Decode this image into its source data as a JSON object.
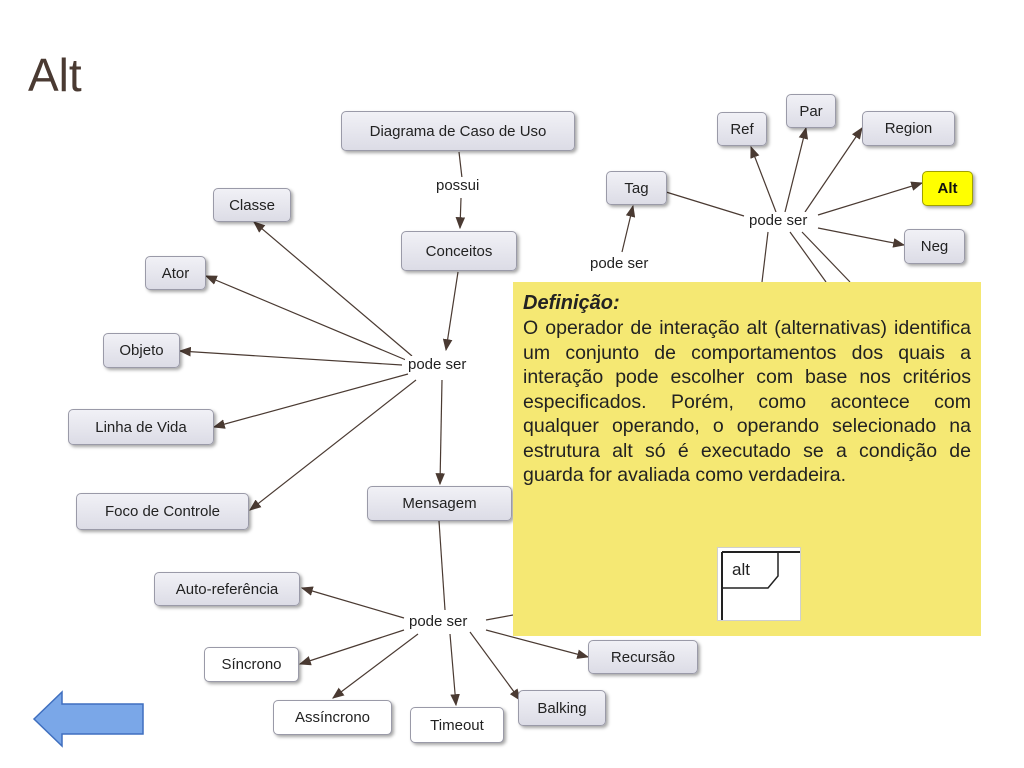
{
  "title": "Alt",
  "nodes": {
    "diagrama": "Diagrama de Caso de Uso",
    "conceitos": "Conceitos",
    "classe": "Classe",
    "ator": "Ator",
    "objeto": "Objeto",
    "linha_vida": "Linha de Vida",
    "foco": "Foco de Controle",
    "mensagem": "Mensagem",
    "auto_ref": "Auto-referência",
    "sincrono": "Síncrono",
    "assincrono": "Assíncrono",
    "timeout": "Timeout",
    "balking": "Balking",
    "recursao": "Recursão",
    "tag": "Tag",
    "ref": "Ref",
    "par": "Par",
    "region": "Region",
    "alt": "Alt",
    "neg": "Neg"
  },
  "labels": {
    "possui": "possui",
    "pode_ser_1": "pode ser",
    "pode_ser_2": "pode ser",
    "pode_ser_3": "pode ser",
    "pode_ser_4": "pode ser"
  },
  "definition": {
    "heading": "Definição:",
    "text": "O operador de interação alt (alternativas) identifica um conjunto de comportamentos dos quais a interação pode escolher com base nos critérios especificados. Porém, como acontece com qualquer operando, o operando selecionado na estrutura alt só é executado se a condição de guarda for avaliada como verdadeira.",
    "frame_label": "alt"
  },
  "colors": {
    "highlight": "#ffff00",
    "definition_bg": "#f5e873",
    "back_arrow": "#7aa7e8"
  }
}
